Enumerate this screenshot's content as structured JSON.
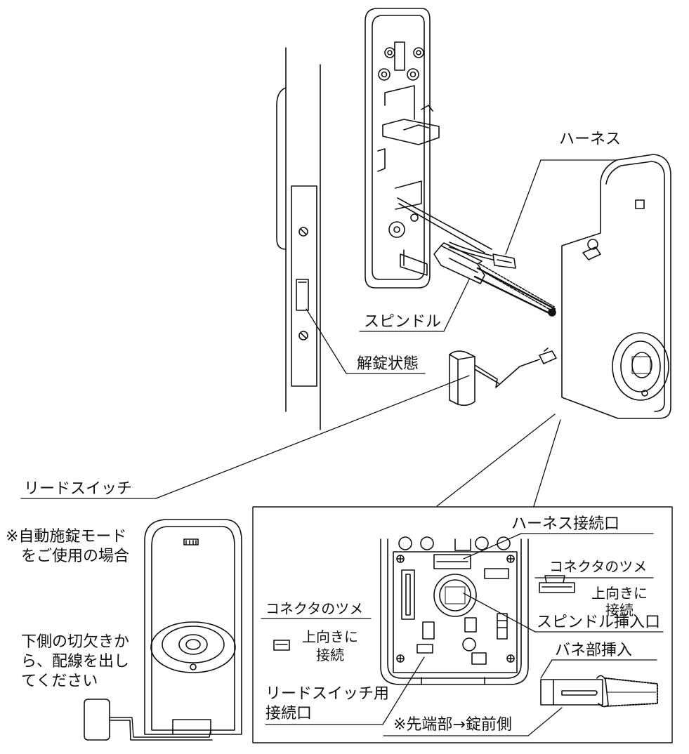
{
  "labels": {
    "harness": "ハーネス",
    "spindle": "スピンドル",
    "unlocked_state": "解錠状態",
    "reed_switch": "リードスイッチ",
    "auto_lock_note": [
      "※自動施錠モード",
      "をご使用の場合"
    ],
    "cutout_note": [
      "下側の切欠きか",
      "ら、配線を出し",
      "てください"
    ],
    "harness_port": "ハーネス接続口",
    "connector_tab_right": "コネクタのツメ",
    "connect_upward_right": [
      "上向きに",
      "接続"
    ],
    "connector_tab_left": "コネクタのツメ",
    "connect_upward_left": [
      "上向きに",
      "接続"
    ],
    "spindle_slot": "スピンドル挿入口",
    "spring_insert": "バネ部挿入",
    "reed_port": [
      "リードスイッチ用",
      "接続口"
    ],
    "tip_note": "※先端部→錠前側"
  },
  "colors": {
    "line": "#111111",
    "dark_fill": "#333333",
    "background": "#ffffff"
  }
}
